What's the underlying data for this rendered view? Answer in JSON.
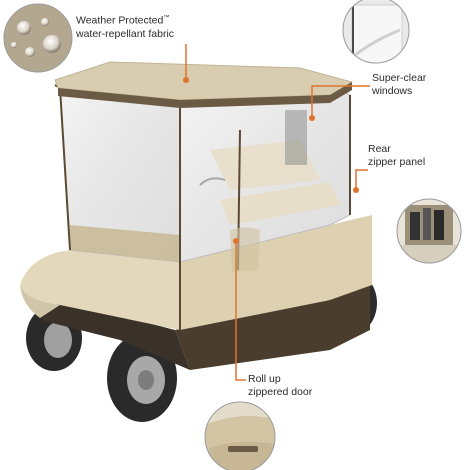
{
  "callouts": {
    "fabric": {
      "line1": "Weather Protected",
      "tm": "™",
      "line2": "water-repellant fabric"
    },
    "windows": {
      "line1": "Super-clear",
      "line2": "windows"
    },
    "rear": {
      "line1": "Rear",
      "line2": "zipper panel"
    },
    "door": {
      "line1": "Roll up",
      "line2": "zippered door"
    }
  },
  "colors": {
    "accent": "#e0742c",
    "tan": "#e6dcc0",
    "roof": "#d8cdb0",
    "brown": "#5a4a35",
    "circle_border": "#9a9a9a"
  }
}
